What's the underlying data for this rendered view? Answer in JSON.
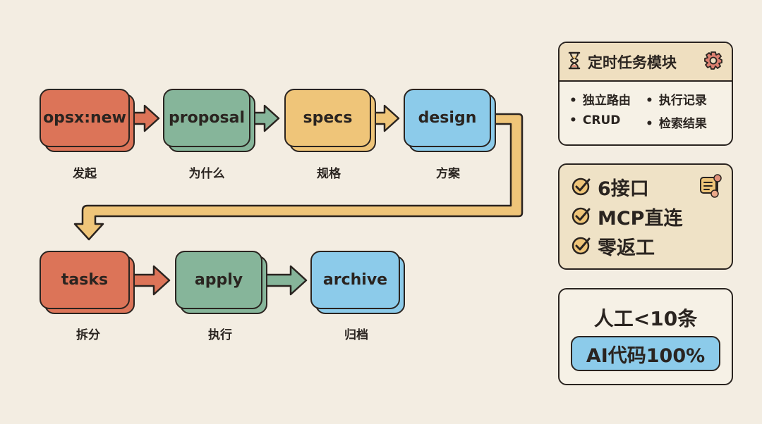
{
  "colors": {
    "background": "#f3ede2",
    "outline": "#2a2420",
    "red": "#dc7458",
    "green": "#86b59a",
    "yellow": "#efc579",
    "blue": "#8ccbea",
    "connector": "#efc579"
  },
  "flow": {
    "row1": [
      {
        "label": "opsx:new",
        "caption": "发起",
        "color": "red"
      },
      {
        "label": "proposal",
        "caption": "为什么",
        "color": "green"
      },
      {
        "label": "specs",
        "caption": "规格",
        "color": "yellow"
      },
      {
        "label": "design",
        "caption": "方案",
        "color": "blue"
      }
    ],
    "row2": [
      {
        "label": "tasks",
        "caption": "拆分",
        "color": "red"
      },
      {
        "label": "apply",
        "caption": "执行",
        "color": "green"
      },
      {
        "label": "archive",
        "caption": "归档",
        "color": "blue"
      }
    ]
  },
  "module_card": {
    "title": "定时任务模块",
    "left_icon": "hourglass-icon",
    "right_icon": "gear-icon",
    "items": [
      "独立路由",
      "执行记录",
      "CRUD",
      "检索结果"
    ]
  },
  "checklist_card": {
    "icon": "document-scroll-icon",
    "items": [
      "6接口",
      "MCP直连",
      "零返工"
    ]
  },
  "stats_card": {
    "line1": "人工<10条",
    "line2": "AI代码100%"
  }
}
